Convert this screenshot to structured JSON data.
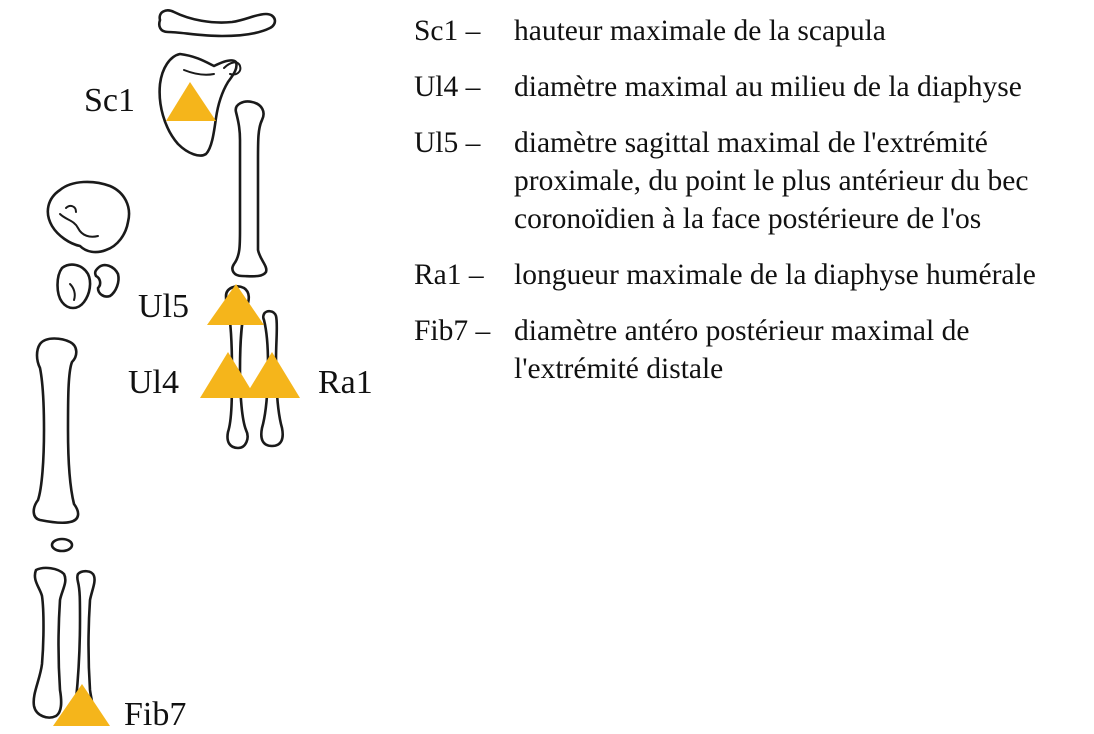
{
  "figure": {
    "labels": {
      "sc1": "Sc1",
      "ul5": "Ul5",
      "ul4": "Ul4",
      "ra1": "Ra1",
      "fib7": "Fib7"
    },
    "marker_color": "#F5B51B"
  },
  "legend": [
    {
      "code": "Sc1 –",
      "description": "hauteur maximale de la scapula"
    },
    {
      "code": "Ul4 –",
      "description": "diamètre maximal au milieu de la diaphyse"
    },
    {
      "code": "Ul5 –",
      "description": "diamètre sagittal maximal de l'extrémité proximale, du point le plus antérieur du bec coronoïdien à la face postérieure de l'os"
    },
    {
      "code": "Ra1 –",
      "description": "longueur maximale de la diaphyse humérale"
    },
    {
      "code": "Fib7 –",
      "description": "diamètre antéro postérieur maximal de l'extrémité distale"
    }
  ]
}
